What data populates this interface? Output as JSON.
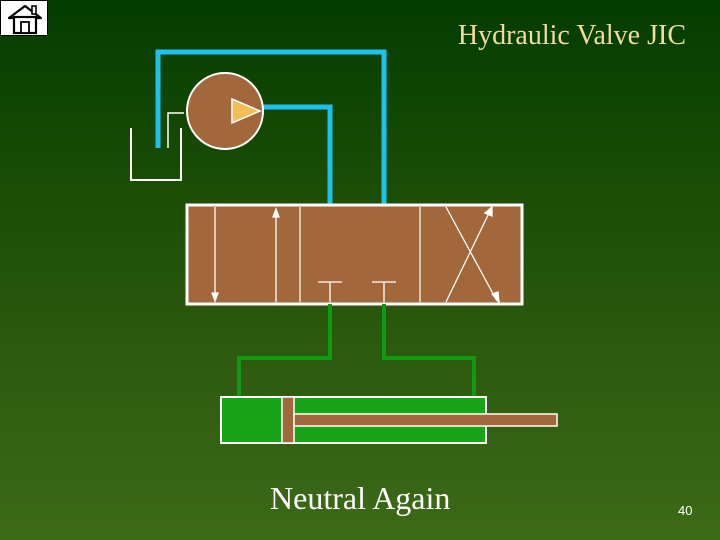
{
  "header": {
    "title": "Hydraulic Valve JIC"
  },
  "nav": {
    "home_icon": "home-icon"
  },
  "caption": "Neutral Again",
  "page_number": "40",
  "colors": {
    "pressure_line": "#1ec1ee",
    "work_line": "#0f9a0f",
    "component_fill": "#a2673a",
    "pump_arrow": "#f3be55",
    "title_text": "#f2dc9c"
  }
}
